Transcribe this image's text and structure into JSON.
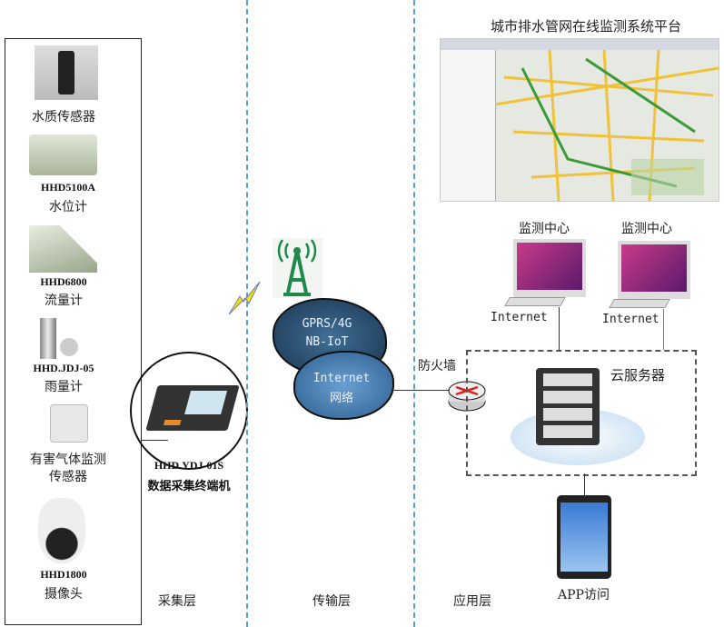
{
  "title": "城市排水管网在线监测系统平台",
  "layers": {
    "collect": "采集层",
    "transport": "传输层",
    "application": "应用层"
  },
  "sensors": [
    {
      "model": "",
      "name": "水质传感器"
    },
    {
      "model": "HHD5100A",
      "name": "水位计"
    },
    {
      "model": "HHD6800",
      "name": "流量计"
    },
    {
      "model": "HHD.JDJ-05",
      "name": "雨量计"
    },
    {
      "model": "",
      "name": "有害气体监测",
      "name2": "传感器"
    },
    {
      "model": "HHD1800",
      "name": "摄像头"
    }
  ],
  "terminal": {
    "model": "HHD.YDJ-01S",
    "name": "数据采集终端机"
  },
  "network": {
    "wireless1": "GPRS/4G",
    "wireless2": "NB-IoT",
    "internet1": "Internet",
    "internet2": "网络"
  },
  "firewall": "防火墙",
  "cloud_server": "云服务器",
  "monitors": [
    {
      "label": "监测中心",
      "conn": "Internet"
    },
    {
      "label": "监测中心",
      "conn": "Internet"
    }
  ],
  "app": "APP访问",
  "colors": {
    "divider": "#5aa0d0",
    "tower": "#1e8a4a"
  }
}
